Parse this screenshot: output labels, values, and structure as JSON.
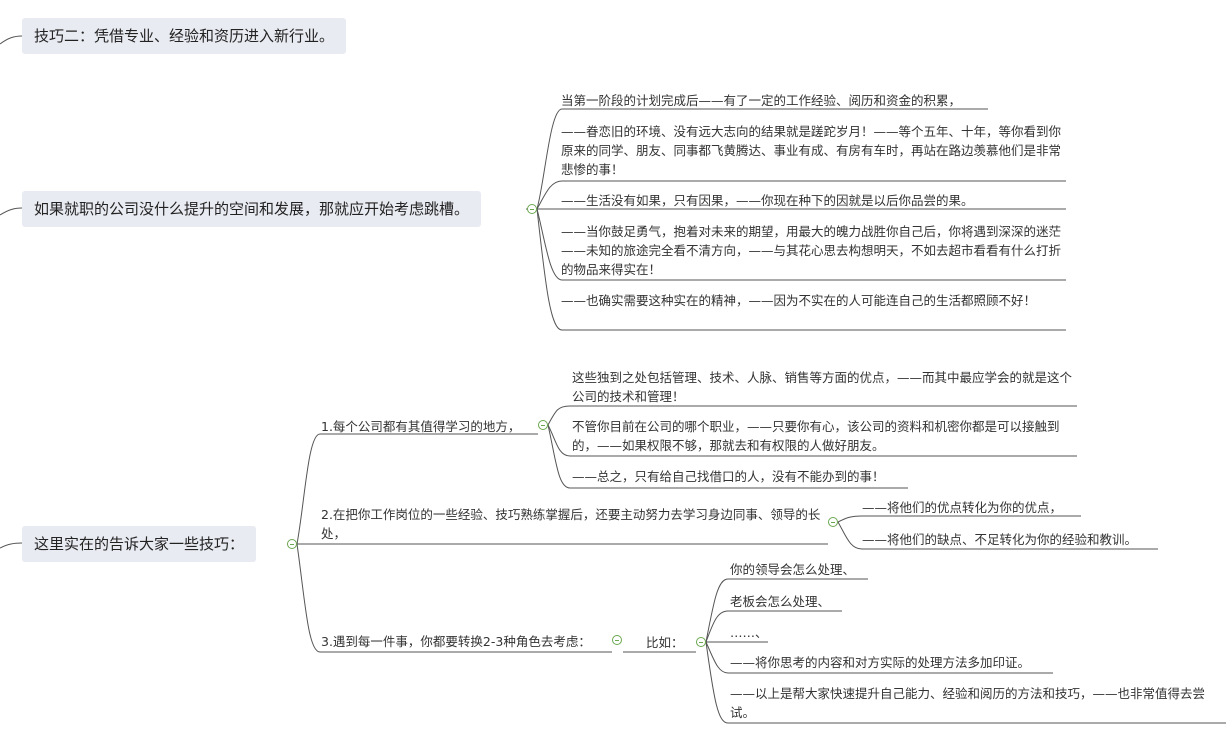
{
  "topics": [
    {
      "label": "技巧二：凭借专业、经验和资历进入新行业。"
    },
    {
      "label": "如果就职的公司没什么提升的空间和发展，那就应开始考虑跳槽。",
      "children": [
        "当第一阶段的计划完成后——有了一定的工作经验、阅历和资金的积累，",
        "——眷恋旧的环境、没有远大志向的结果就是蹉跎岁月！——等个五年、十年，等你看到你原来的同学、朋友、同事都飞黄腾达、事业有成、有房有车时，再站在路边羡慕他们是非常悲惨的事！",
        "——生活没有如果，只有因果，——你现在种下的因就是以后你品尝的果。",
        "——当你鼓足勇气，抱着对未来的期望，用最大的魄力战胜你自己后，你将遇到深深的迷茫——未知的旅途完全看不清方向，——与其花心思去构想明天，不如去超市看看有什么打折的物品来得实在！",
        "——也确实需要这种实在的精神，——因为不实在的人可能连自己的生活都照顾不好！"
      ]
    },
    {
      "label": "这里实在的告诉大家一些技巧：",
      "children": [
        {
          "label": "1.每个公司都有其值得学习的地方，",
          "children": [
            "这些独到之处包括管理、技术、人脉、销售等方面的优点，——而其中最应学会的就是这个公司的技术和管理！",
            "不管你目前在公司的哪个职业，——只要你有心，该公司的资料和机密你都是可以接触到的，——如果权限不够，那就去和有权限的人做好朋友。",
            "——总之，只有给自己找借口的人，没有不能办到的事！"
          ]
        },
        {
          "label": "2.在把你工作岗位的一些经验、技巧熟练掌握后，还要主动努力去学习身边同事、领导的长处，",
          "children": [
            "——将他们的优点转化为你的优点，",
            "——将他们的缺点、不足转化为你的经验和教训。"
          ]
        },
        {
          "label": "3.遇到每一件事，你都要转换2-3种角色去考虑：",
          "sub_label": "比如：",
          "children": [
            "你的领导会怎么处理、",
            "老板会怎么处理、",
            "……、",
            "——将你思考的内容和对方实际的处理方法多加印证。",
            "——以上是帮大家快速提升自己能力、经验和阅历的方法和技巧，——也非常值得去尝试。"
          ]
        }
      ]
    }
  ],
  "colors": {
    "topic_bg": "#e9ebf2",
    "line": "#555555",
    "toggle": "#6aa84f"
  }
}
